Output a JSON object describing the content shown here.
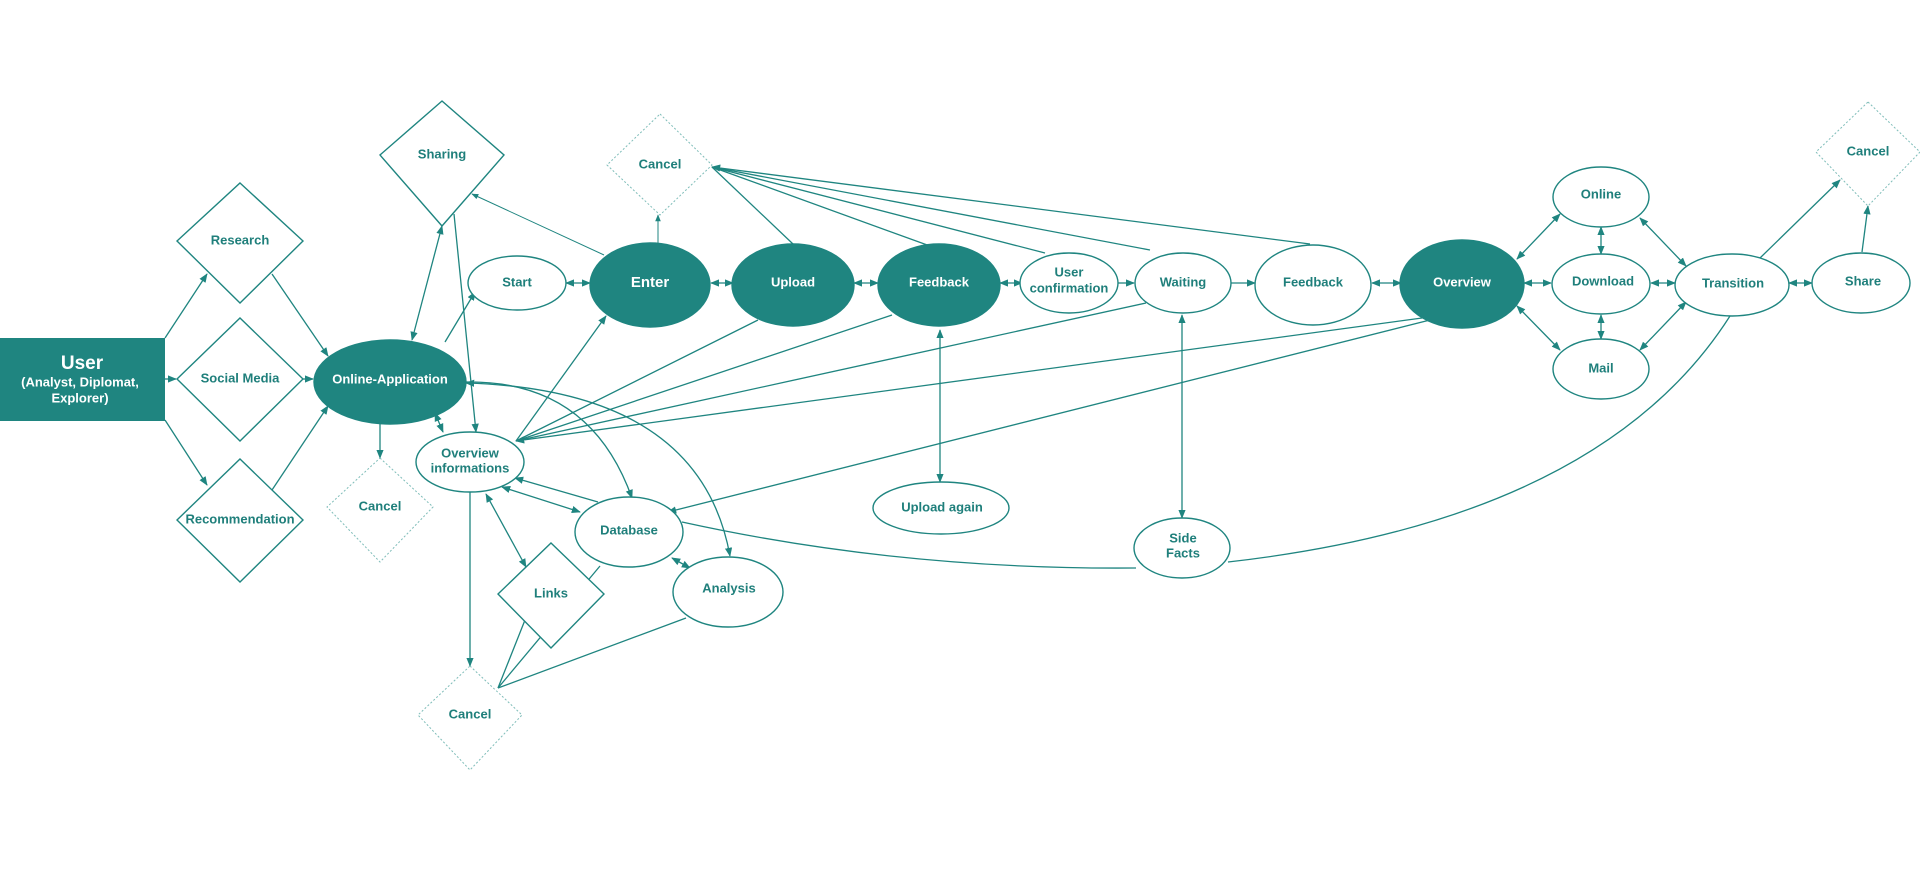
{
  "colors": {
    "accent": "#1f8580",
    "text_on_accent": "#ffffff",
    "text": "#1f7f7b"
  },
  "nodes": {
    "user": {
      "title": "User",
      "sub1": "(Analyst, Diplomat,",
      "sub2": "Explorer)"
    },
    "research": "Research",
    "social_media": "Social Media",
    "recommendation": "Recommendation",
    "online_application": "Online-Application",
    "sharing": "Sharing",
    "cancel_left": "Cancel",
    "cancel_top": "Cancel",
    "cancel_bottom": "Cancel",
    "cancel_right": "Cancel",
    "start": "Start",
    "enter": "Enter",
    "upload": "Upload",
    "feedback_1": "Feedback",
    "user_confirmation": {
      "line1": "User",
      "line2": "confirmation"
    },
    "waiting": "Waiting",
    "feedback_2": "Feedback",
    "overview": "Overview",
    "online": "Online",
    "download": "Download",
    "mail": "Mail",
    "transition": "Transition",
    "share": "Share",
    "overview_informations": {
      "line1": "Overview",
      "line2": "informations"
    },
    "database": "Database",
    "links": "Links",
    "analysis": "Analysis",
    "upload_again": "Upload again",
    "side_facts": {
      "line1": "Side",
      "line2": "Facts"
    }
  }
}
